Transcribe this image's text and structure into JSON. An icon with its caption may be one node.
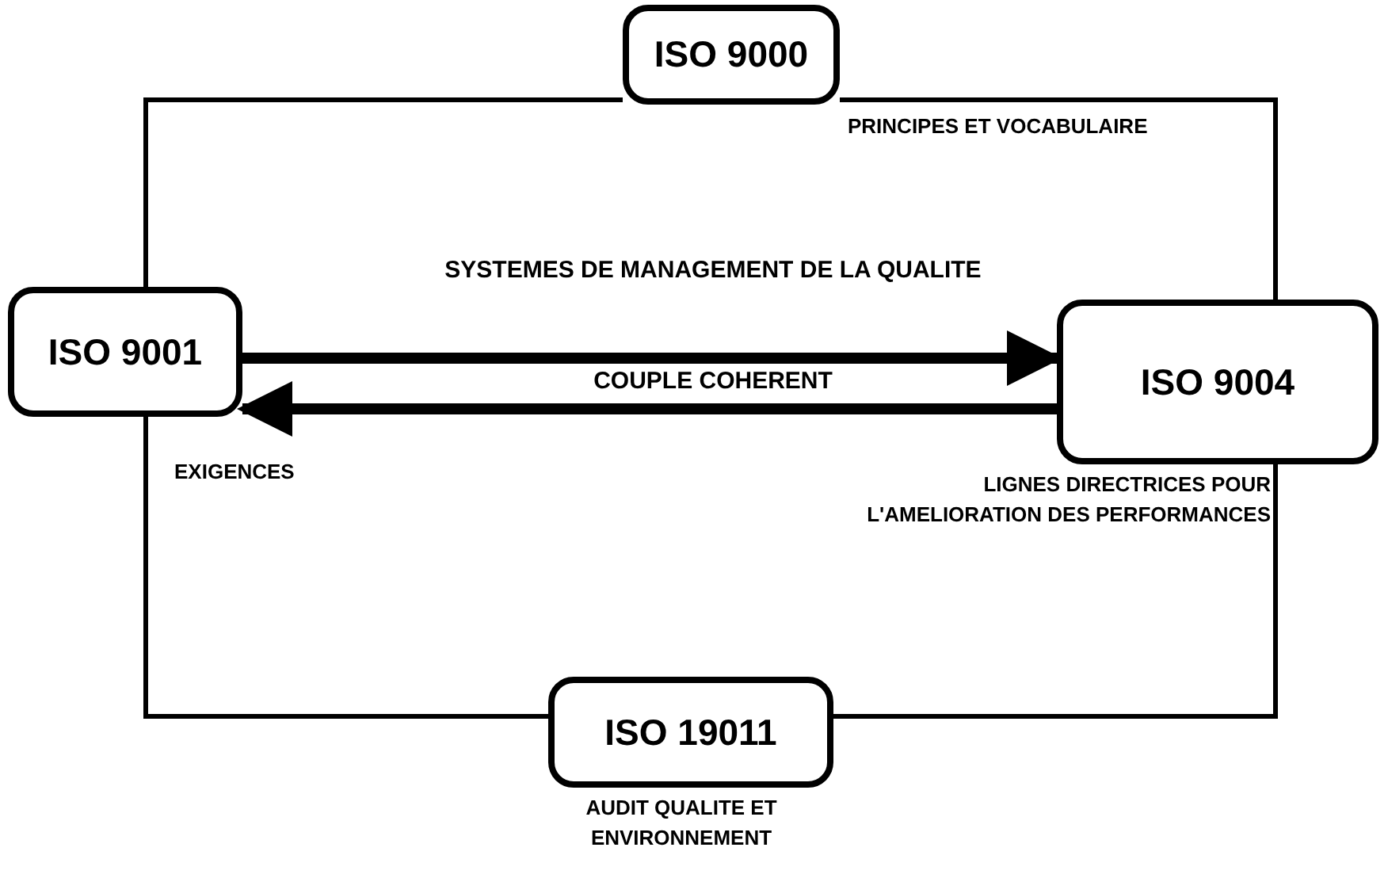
{
  "diagram": {
    "nodes": [
      {
        "text": [
          "ISO 9000"
        ],
        "beside": [
          "PRINCIPES ET VOCABULAIRE"
        ]
      },
      {
        "text": [
          "ISO 9001"
        ],
        "beside": [
          "EXIGENCES"
        ]
      },
      {
        "text": [
          "ISO 9004"
        ],
        "beside": [
          "LIGNES DIRECTRICES POUR L'AMELIORATION DES PERFORMANCES"
        ]
      },
      {
        "text": [
          "ISO 19011"
        ],
        "beside": [
          "AUDIT QUALITE ET ENVIRONNEMENT"
        ]
      }
    ],
    "edges": [
      {
        "from": 0,
        "to": 1,
        "arrow": "none"
      },
      {
        "from": 0,
        "to": 2,
        "arrow": "none"
      },
      {
        "from": 1,
        "to": 3,
        "arrow": "none"
      },
      {
        "from": 2,
        "to": 3,
        "arrow": "none"
      },
      {
        "from": 1,
        "to": 2,
        "arrow": "to",
        "label": "SYSTEMES DE MANAGEMENT DE LA QUALITE",
        "style": "thick"
      },
      {
        "from": 2,
        "to": 1,
        "arrow": "to",
        "label": "COUPLE COHERENT",
        "style": "thick"
      }
    ]
  }
}
